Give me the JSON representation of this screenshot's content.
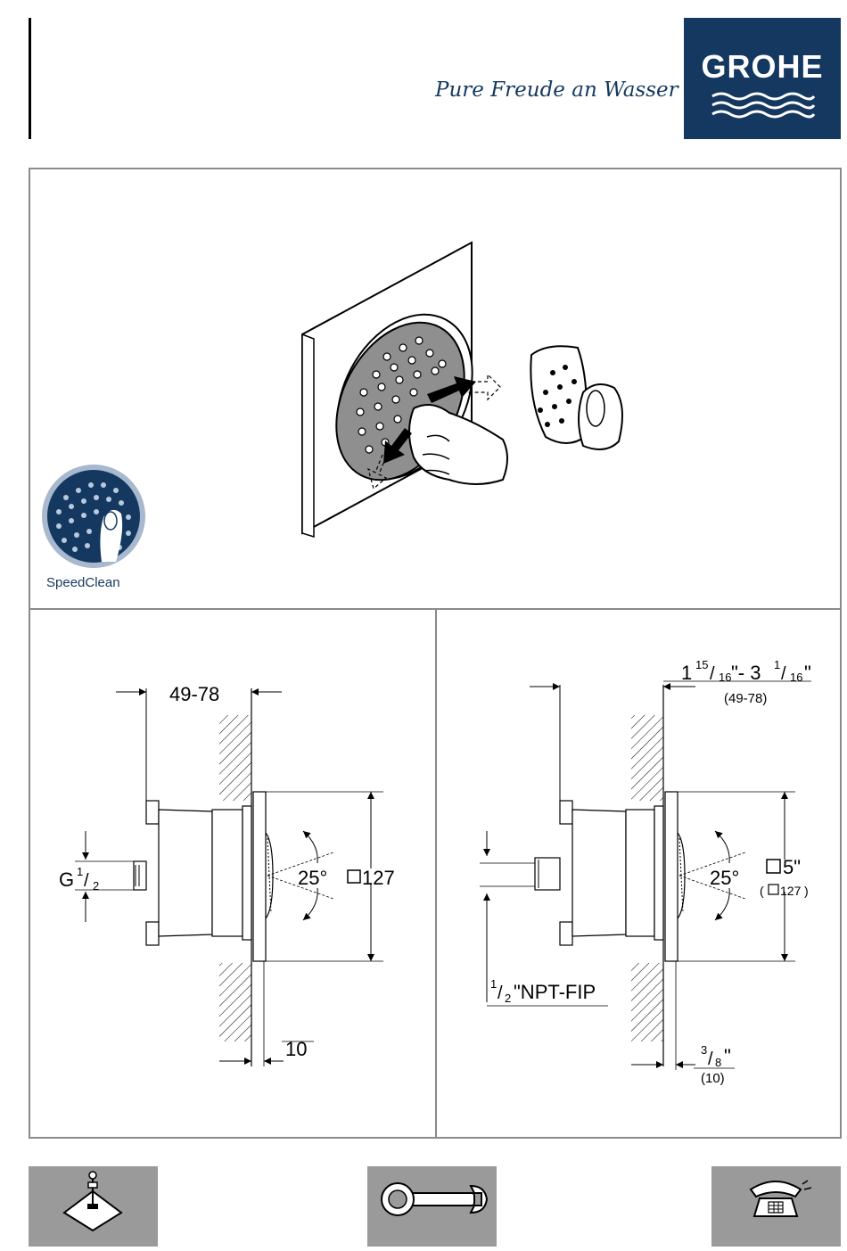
{
  "brand": {
    "name": "GROHE",
    "tagline": "Pure Freude an Wasser",
    "color": "#14385f"
  },
  "badge": {
    "label": "SpeedClean"
  },
  "drawing_left": {
    "depth_range": "49-78",
    "thread": "G",
    "thread_num": "1",
    "thread_den": "2",
    "angle": "25°",
    "plate_size": "127",
    "plate_thickness": "10"
  },
  "drawing_right": {
    "depth_a_whole": "1",
    "depth_a_num": "15",
    "depth_a_den": "16",
    "depth_sep": "\"- 3",
    "depth_b_num": "1",
    "depth_b_den": "16",
    "depth_metric": "(49-78)",
    "angle": "25°",
    "plate_size": "5\"",
    "plate_metric": "127",
    "npt_num": "1",
    "npt_den": "2",
    "npt_label": "\"NPT-FIP",
    "thick_num": "3",
    "thick_den": "8",
    "thick_metric": "(10)"
  },
  "footer": {
    "icons": [
      "installation-icon",
      "wrench-icon",
      "service-phone-icon"
    ]
  }
}
